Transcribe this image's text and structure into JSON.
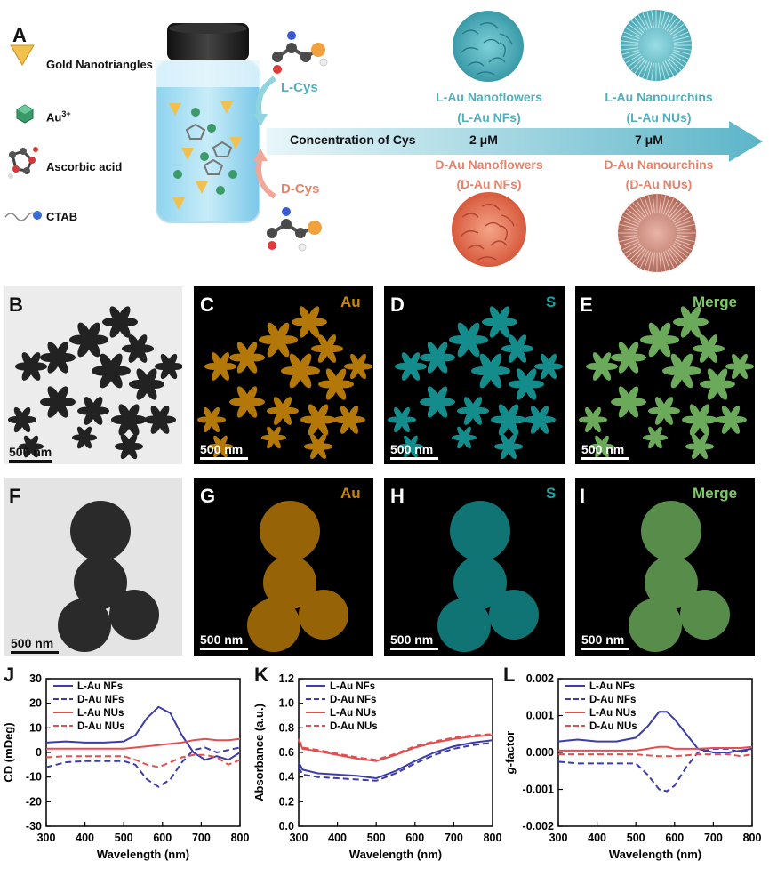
{
  "panels": {
    "A": "A",
    "B": "B",
    "C": "C",
    "D": "D",
    "E": "E",
    "F": "F",
    "G": "G",
    "H": "H",
    "I": "I",
    "J": "J",
    "K": "K",
    "L": "L"
  },
  "schemeA": {
    "legend": [
      {
        "icon": "triangle-icon",
        "label": "Gold Nanotriangles"
      },
      {
        "icon": "hexagon-icon",
        "label": "Au",
        "sup": "3+"
      },
      {
        "icon": "molecule-icon",
        "label": "Ascorbic acid"
      },
      {
        "icon": "surfactant-icon",
        "label": "CTAB"
      }
    ],
    "lcys": "L-Cys",
    "dcys": "D-Cys",
    "arrow_label": "Concentration of Cys",
    "conc1": "2 μM",
    "conc2": "7 μM",
    "l_nf": "L-Au Nanoflowers",
    "l_nf_abbr": "(L-Au NFs)",
    "l_nu": "L-Au Nanourchins",
    "l_nu_abbr": "(L-Au NUs)",
    "d_nf": "D-Au Nanoflowers",
    "d_nf_abbr": "(D-Au NFs)",
    "d_nu": "D-Au Nanourchins",
    "d_nu_abbr": "(D-Au NUs)",
    "colors": {
      "teal": "#4fb0bd",
      "salmon": "#e8826a",
      "arrow": "#5bb5c8"
    }
  },
  "micrographs": {
    "scalebar": "500 nm",
    "au": "Au",
    "s": "S",
    "merge": "Merge",
    "colors": {
      "au": "#c8860a",
      "s": "#18a5a5",
      "merge": "#7ec86a"
    }
  },
  "chart_data": [
    {
      "type": "line",
      "panel": "J",
      "xlabel": "Wavelength (nm)",
      "ylabel": "CD (mDeg)",
      "xlim": [
        300,
        800
      ],
      "ylim": [
        -30,
        30
      ],
      "xticks": [
        300,
        400,
        500,
        600,
        700,
        800
      ],
      "yticks": [
        -30,
        -20,
        -10,
        0,
        10,
        20,
        30
      ],
      "x": [
        300,
        350,
        400,
        450,
        500,
        530,
        560,
        590,
        620,
        650,
        680,
        710,
        740,
        770,
        800
      ],
      "series": [
        {
          "name": "L-Au NFs",
          "color": "#3c3caa",
          "dash": false,
          "values": [
            4,
            4.5,
            4,
            4,
            4.5,
            7,
            14,
            18.5,
            16,
            7,
            0,
            -3,
            -1.5,
            -3,
            0
          ]
        },
        {
          "name": "D-Au NFs",
          "color": "#3c3caa",
          "dash": true,
          "values": [
            -6,
            -4,
            -3.5,
            -3.5,
            -3.5,
            -5,
            -11,
            -14,
            -11,
            -4,
            1,
            2,
            0,
            1,
            2
          ]
        },
        {
          "name": "L-Au NUs",
          "color": "#e05050",
          "dash": false,
          "values": [
            1.5,
            1.5,
            1.5,
            1.5,
            1.5,
            2,
            2.5,
            3,
            3.5,
            4,
            5,
            5.5,
            5,
            5,
            5.5
          ]
        },
        {
          "name": "D-Au NUs",
          "color": "#e05050",
          "dash": true,
          "values": [
            -2,
            -1.5,
            -1.5,
            -1.5,
            -1.5,
            -3,
            -5,
            -6,
            -4,
            -2,
            -1,
            -1,
            -2,
            -5,
            -3
          ]
        }
      ]
    },
    {
      "type": "line",
      "panel": "K",
      "xlabel": "Wavelength (nm)",
      "ylabel": "Absorbance (a.u.)",
      "xlim": [
        300,
        800
      ],
      "ylim": [
        0.0,
        1.2
      ],
      "xticks": [
        300,
        400,
        500,
        600,
        700,
        800
      ],
      "yticks": [
        0.0,
        0.2,
        0.4,
        0.6,
        0.8,
        1.0,
        1.2
      ],
      "x": [
        300,
        310,
        350,
        400,
        450,
        500,
        550,
        600,
        650,
        700,
        750,
        800
      ],
      "series": [
        {
          "name": "L-Au NFs",
          "color": "#3c3caa",
          "dash": false,
          "values": [
            0.52,
            0.46,
            0.43,
            0.42,
            0.41,
            0.39,
            0.45,
            0.53,
            0.6,
            0.65,
            0.68,
            0.7
          ]
        },
        {
          "name": "D-Au NFs",
          "color": "#3c3caa",
          "dash": true,
          "values": [
            0.48,
            0.42,
            0.4,
            0.39,
            0.38,
            0.37,
            0.43,
            0.51,
            0.58,
            0.63,
            0.66,
            0.68
          ]
        },
        {
          "name": "L-Au NUs",
          "color": "#e05050",
          "dash": false,
          "values": [
            0.7,
            0.63,
            0.61,
            0.58,
            0.55,
            0.53,
            0.58,
            0.64,
            0.68,
            0.71,
            0.73,
            0.74
          ]
        },
        {
          "name": "D-Au NUs",
          "color": "#e05050",
          "dash": true,
          "values": [
            0.71,
            0.64,
            0.62,
            0.59,
            0.56,
            0.54,
            0.59,
            0.65,
            0.69,
            0.72,
            0.74,
            0.75
          ]
        }
      ]
    },
    {
      "type": "line",
      "panel": "L",
      "xlabel": "Wavelength (nm)",
      "ylabel": "g-factor",
      "xlim": [
        300,
        800
      ],
      "ylim": [
        -0.002,
        0.002
      ],
      "xticks": [
        300,
        400,
        500,
        600,
        700,
        800
      ],
      "yticks": [
        -0.002,
        -0.001,
        0.0,
        0.001,
        0.002
      ],
      "ytick_labels": [
        "-0.002",
        "-0.001",
        "0.000",
        "0.001",
        "0.002"
      ],
      "x": [
        300,
        350,
        400,
        450,
        500,
        530,
        560,
        580,
        600,
        630,
        660,
        700,
        740,
        770,
        800
      ],
      "series": [
        {
          "name": "L-Au NFs",
          "color": "#3c3caa",
          "dash": false,
          "values": [
            0.0003,
            0.00035,
            0.0003,
            0.0003,
            0.0004,
            0.0007,
            0.0011,
            0.0011,
            0.0009,
            0.0005,
            0.0001,
            0.0,
            0.0,
            5e-05,
            0.0001
          ]
        },
        {
          "name": "D-Au NFs",
          "color": "#3c3caa",
          "dash": true,
          "values": [
            -0.00025,
            -0.0003,
            -0.0003,
            -0.0003,
            -0.0003,
            -0.0006,
            -0.001,
            -0.00105,
            -0.0009,
            -0.0004,
            0.0,
            0.0001,
            0.0001,
            0.0,
            0.0001
          ]
        },
        {
          "name": "L-Au NUs",
          "color": "#e05050",
          "dash": false,
          "values": [
            5e-05,
            5e-05,
            5e-05,
            5e-05,
            5e-05,
            0.0001,
            0.00015,
            0.00015,
            0.0001,
            0.0001,
            0.0001,
            0.00012,
            0.00012,
            0.00012,
            0.00015
          ]
        },
        {
          "name": "D-Au NUs",
          "color": "#e05050",
          "dash": true,
          "values": [
            -5e-05,
            -5e-05,
            -5e-05,
            -5e-05,
            -5e-05,
            -8e-05,
            -0.0001,
            -0.0001,
            -0.0001,
            -8e-05,
            -5e-05,
            -5e-05,
            -5e-05,
            -0.0001,
            -5e-05
          ]
        }
      ]
    }
  ]
}
